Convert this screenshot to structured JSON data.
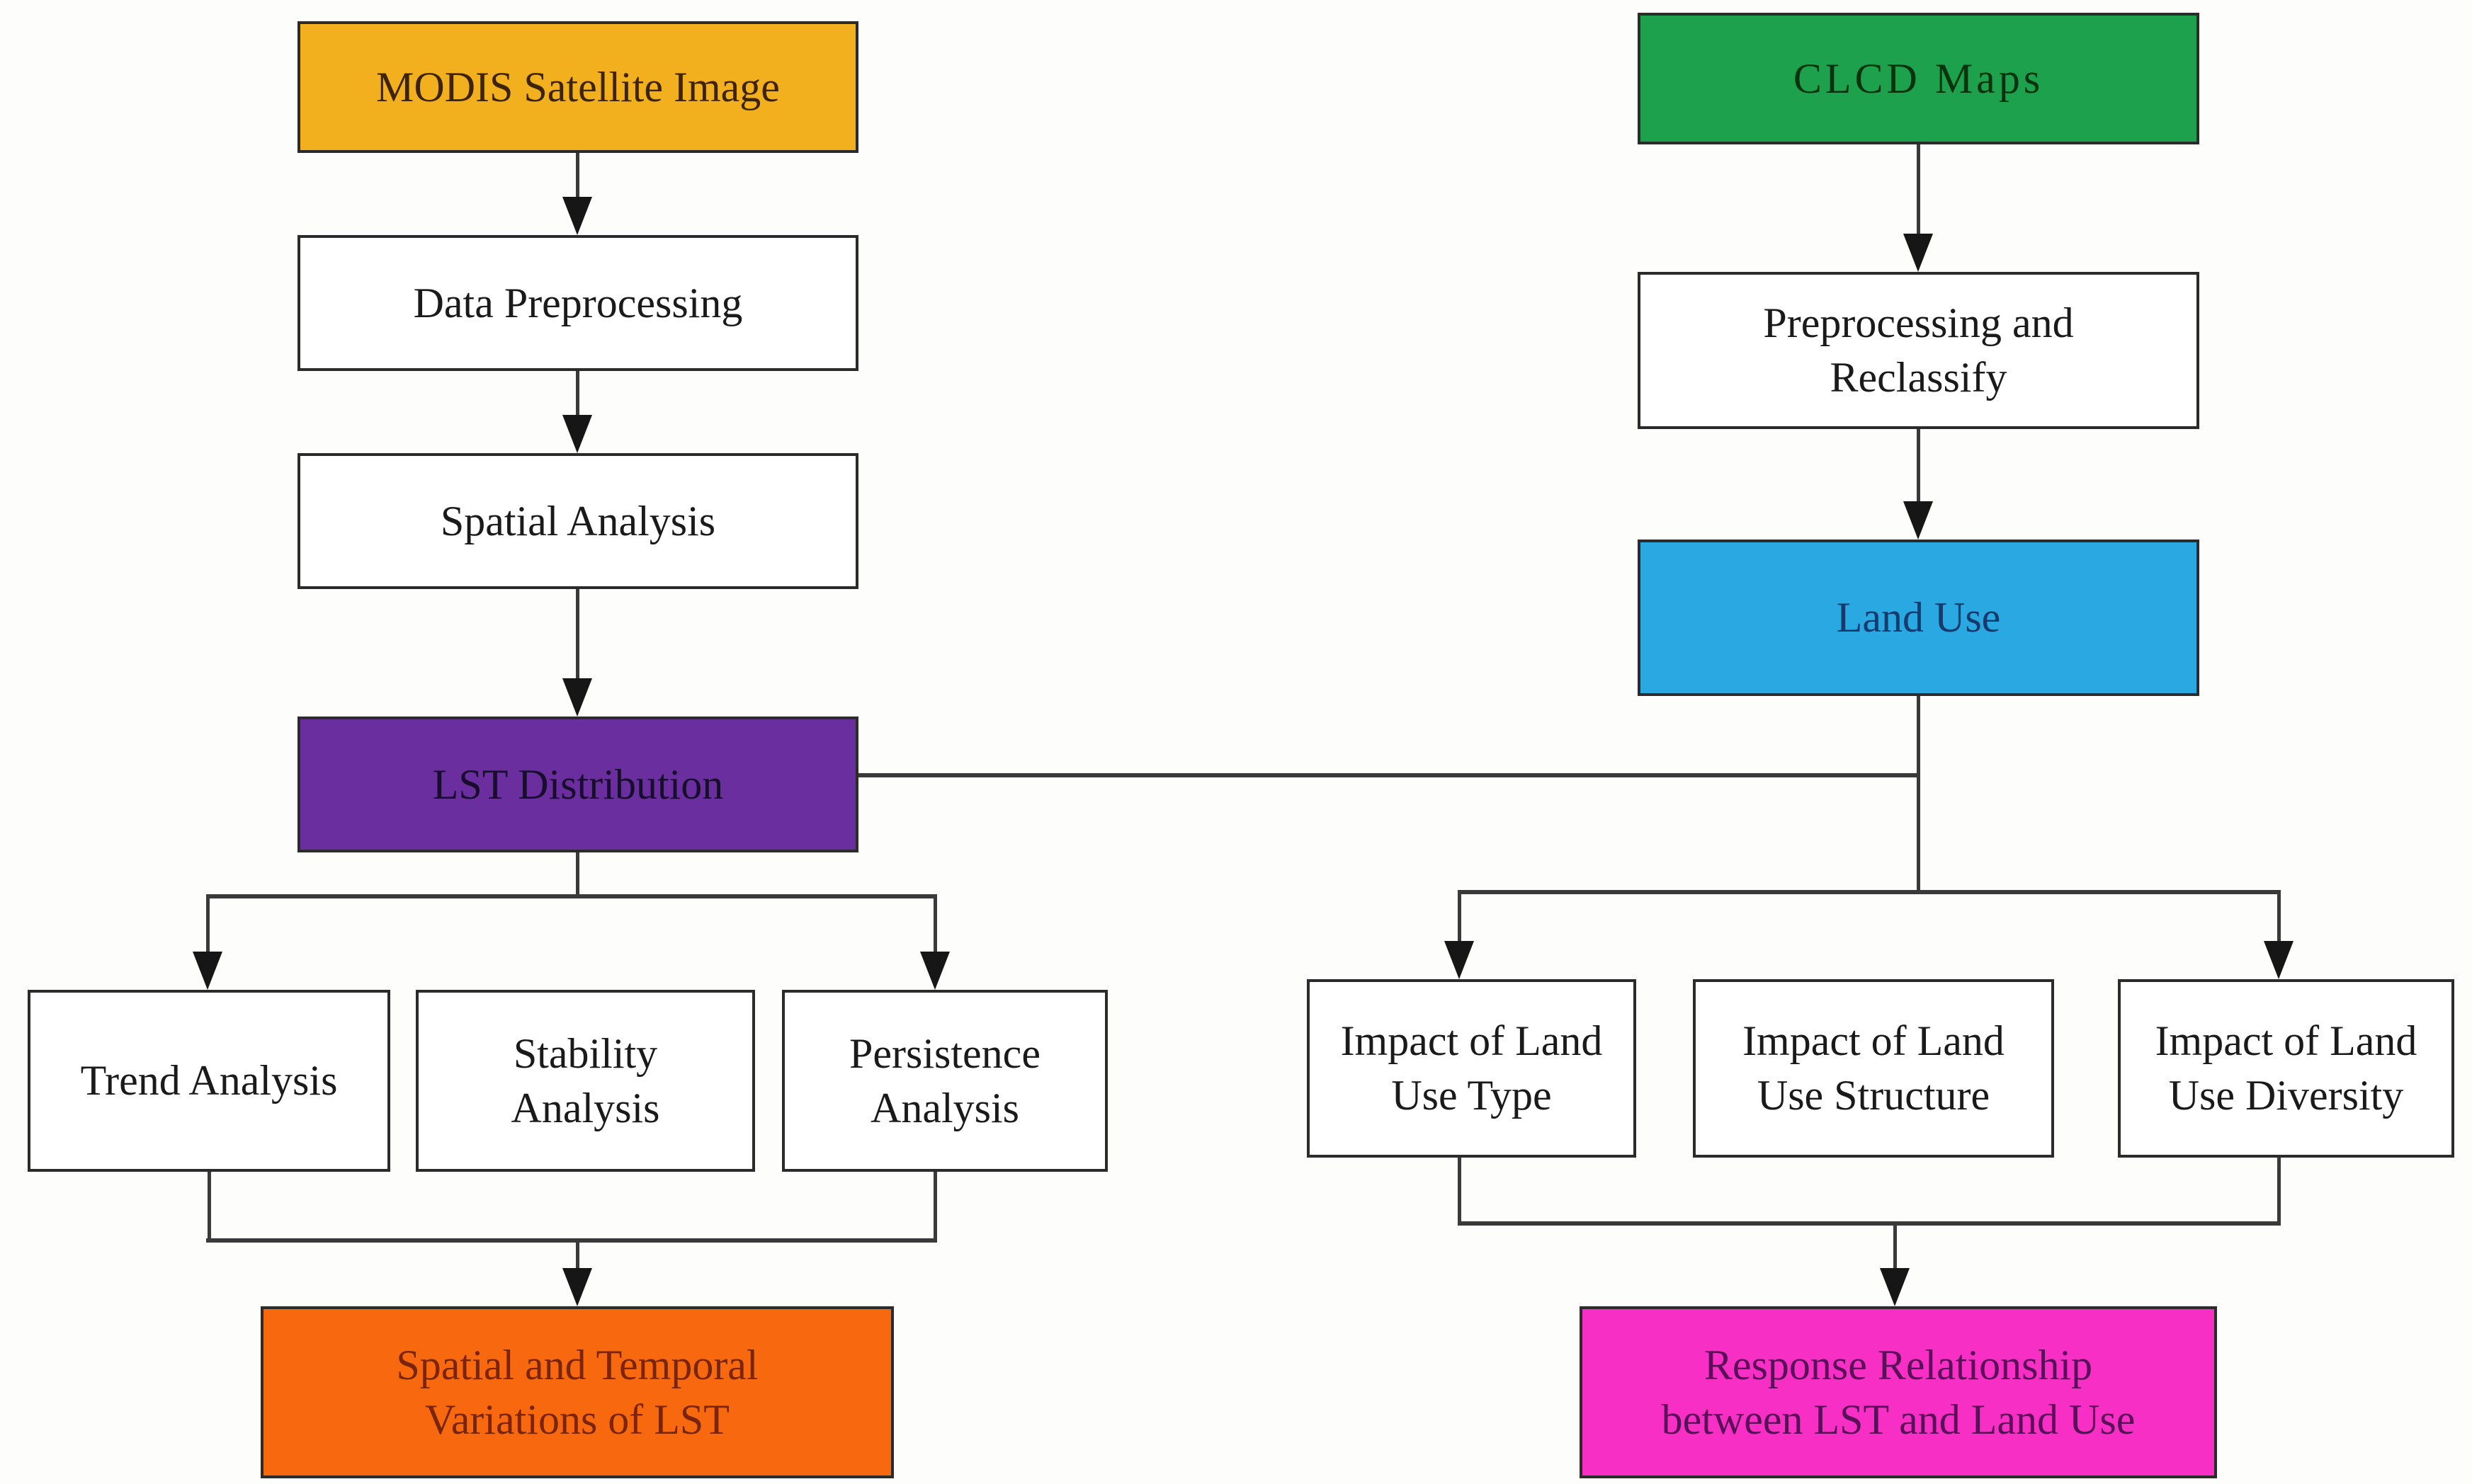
{
  "diagram": {
    "title": "LST and Land Use workflow flowchart",
    "background_color": "#fdfdfc",
    "line_color": "#3a3a3a",
    "arrow_color": "#161616",
    "border_color": "#2b2b2b"
  },
  "nodes": {
    "modis": {
      "label": "MODIS Satellite Image",
      "bg": "#F2B01E",
      "fg": "#3E2407"
    },
    "data_preprocessing": {
      "label": "Data Preprocessing",
      "bg": "#FFFFFF",
      "fg": "#1A1A1A"
    },
    "spatial_analysis": {
      "label": "Spatial Analysis",
      "bg": "#FFFFFF",
      "fg": "#1A1A1A"
    },
    "lst_distribution": {
      "label": "LST Distribution",
      "bg": "#6B2E9E",
      "fg": "#170E2E"
    },
    "trend_analysis": {
      "label": "Trend Analysis",
      "bg": "#FFFFFF",
      "fg": "#1A1A1A"
    },
    "stability_analysis": {
      "label": "Stability\nAnalysis",
      "bg": "#FFFFFF",
      "fg": "#1A1A1A"
    },
    "persistence_analysis": {
      "label": "Persistence\nAnalysis",
      "bg": "#FFFFFF",
      "fg": "#1A1A1A"
    },
    "st_variations": {
      "label": "Spatial and Temporal\nVariations of LST",
      "bg": "#F8690F",
      "fg": "#7A2509"
    },
    "clcd": {
      "label": "CLCD Maps",
      "bg": "#1DA14C",
      "fg": "#07330F"
    },
    "preprocess_reclassify": {
      "label": "Preprocessing and\nReclassify",
      "bg": "#FFFFFF",
      "fg": "#1A1A1A"
    },
    "land_use": {
      "label": "Land Use",
      "bg": "#29A8E1",
      "fg": "#163A6B"
    },
    "impact_type": {
      "label": "Impact of Land\nUse Type",
      "bg": "#FFFFFF",
      "fg": "#1A1A1A"
    },
    "impact_structure": {
      "label": "Impact of Land\nUse Structure",
      "bg": "#FFFFFF",
      "fg": "#1A1A1A"
    },
    "impact_diversity": {
      "label": "Impact of Land\nUse Diversity",
      "bg": "#FFFFFF",
      "fg": "#1A1A1A"
    },
    "response": {
      "label": "Response Relationship\nbetween LST and Land Use",
      "bg": "#F72FC4",
      "fg": "#5A1059"
    }
  }
}
